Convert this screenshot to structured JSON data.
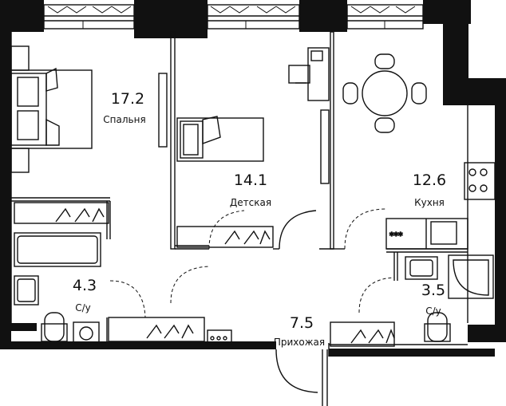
{
  "rooms": [
    {
      "key": "bedroom",
      "area": "17.2",
      "name": "Спальня"
    },
    {
      "key": "kids",
      "area": "14.1",
      "name": "Детская"
    },
    {
      "key": "kitchen",
      "area": "12.6",
      "name": "Кухня"
    },
    {
      "key": "bath1",
      "area": "4.3",
      "name": "С/у"
    },
    {
      "key": "bath2",
      "area": "3.5",
      "name": "С/у"
    },
    {
      "key": "hall",
      "area": "7.5",
      "name": "Прихожая"
    }
  ],
  "colors": {
    "wall": "#111111",
    "background": "#ffffff"
  }
}
